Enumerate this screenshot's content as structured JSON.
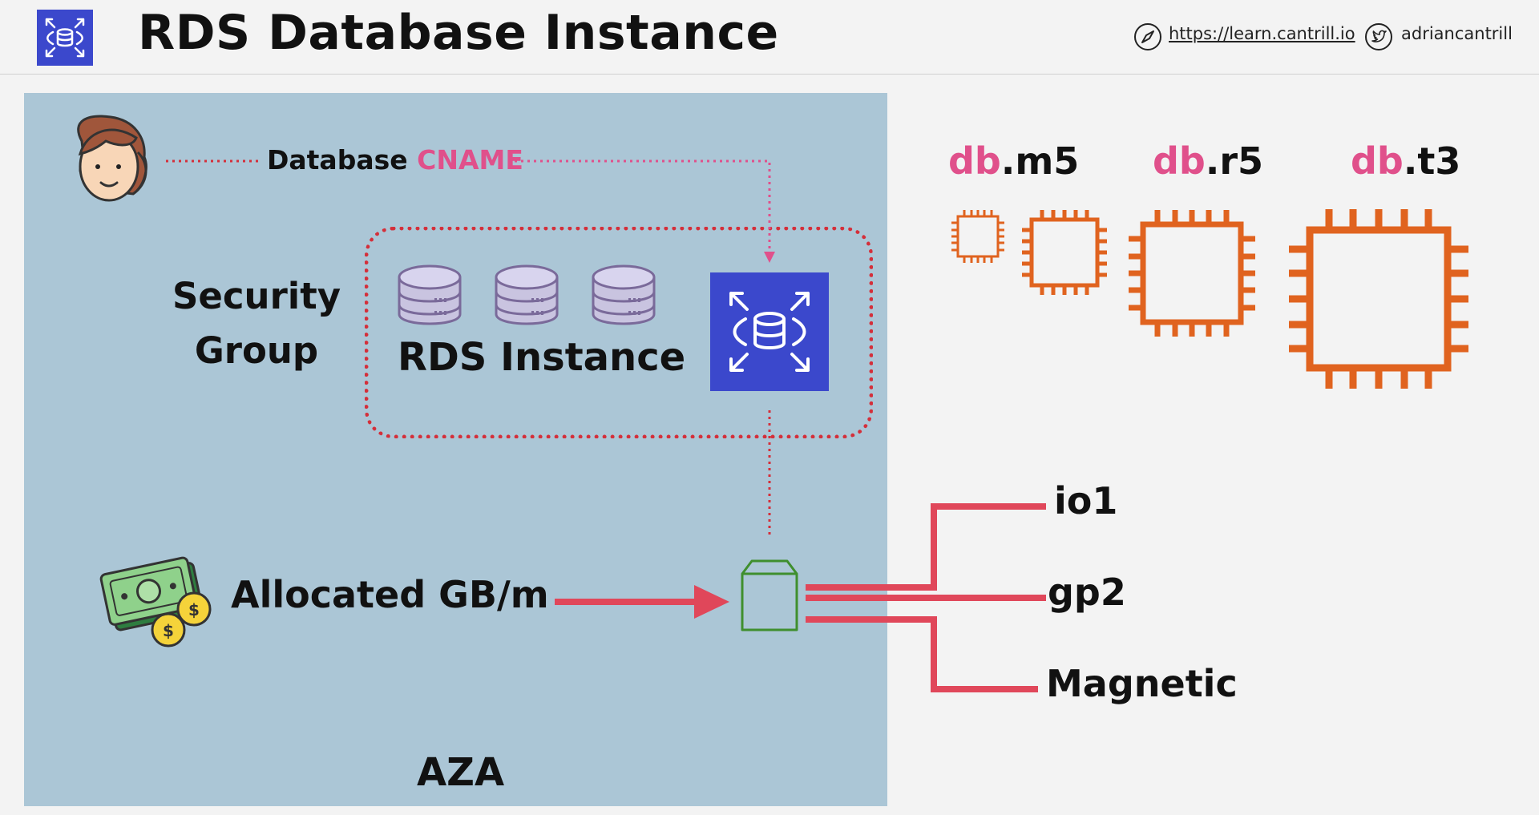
{
  "header": {
    "title": "RDS Database Instance",
    "website": "https://learn.cantrill.io",
    "twitter": "adriancantrill",
    "website_icon": "compass-icon",
    "twitter_icon": "twitter-icon",
    "logo_icon": "rds-database-icon"
  },
  "diagram": {
    "az_label": "AZA",
    "security_group_line1": "Security",
    "security_group_line2": "Group",
    "rds_instance_label": "RDS Instance",
    "cname_prefix": "Database ",
    "cname_accent": "CNAME",
    "allocated_label": "Allocated GB/m",
    "instance_classes": [
      {
        "prefix": "db",
        "suffix": ".m5"
      },
      {
        "prefix": "db",
        "suffix": ".r5"
      },
      {
        "prefix": "db",
        "suffix": ".t3"
      }
    ],
    "storage_types": [
      "io1",
      "gp2",
      "Magnetic"
    ]
  },
  "colors": {
    "accent_pink": "#e0508b",
    "aws_blue": "#3b48cc",
    "az_background": "#abc6d6",
    "arrow_red": "#e0475a",
    "security_group_border": "#d42f3a",
    "cpu_orange": "#e0631f",
    "ebs_green": "#3f8f2e"
  }
}
